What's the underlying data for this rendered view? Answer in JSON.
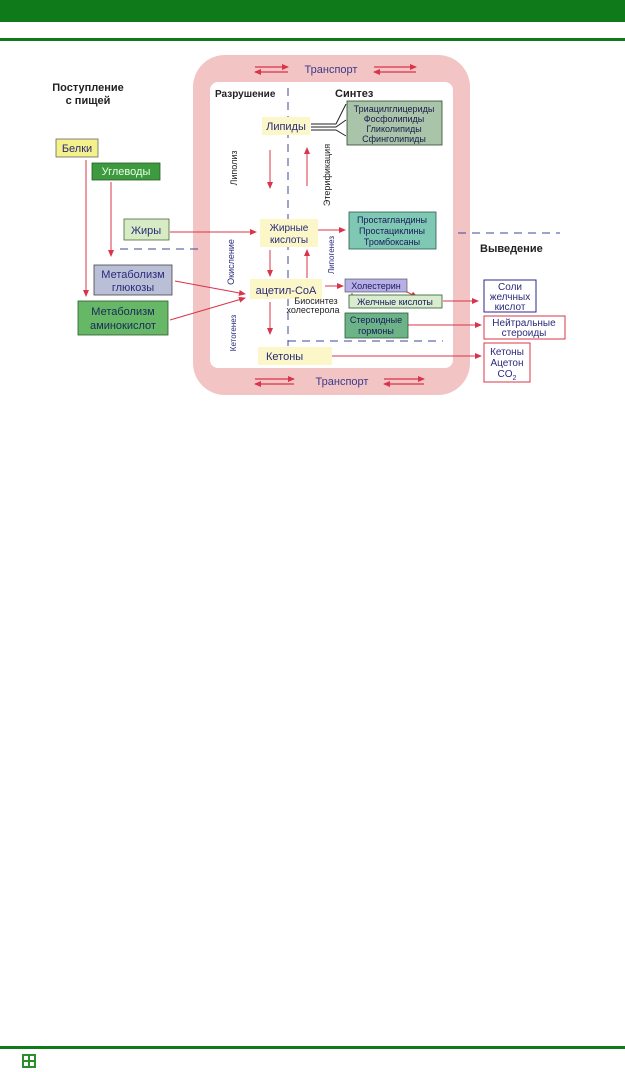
{
  "intake": {
    "title_line1": "Поступление",
    "title_line2": "с пищей"
  },
  "transport_top": "Транспорт",
  "transport_bottom": "Транспорт",
  "header_breakdown": "Разрушение",
  "header_synthesis": "Синтез",
  "excretion": "Выведение",
  "boxes": {
    "proteins": "Белки",
    "carbs": "Углеводы",
    "fats": "Жиры",
    "glucose_line1": "Метаболизм",
    "glucose_line2": "глюкозы",
    "amino_line1": "Метаболизм",
    "amino_line2": "аминокислот",
    "lipids": "Липиды",
    "fatty_line1": "Жирные",
    "fatty_line2": "кислоты",
    "acetyl": "ацетил-CoA",
    "ketones": "Кетоны",
    "lipid_types": [
      "Триацилглицериды",
      "Фосфолипиды",
      "Гликолипиды",
      "Сфинголипиды"
    ],
    "eicosanoids": [
      "Простагландины",
      "Простациклины",
      "Тромбоксаны"
    ],
    "cholesterol": "Холестерин",
    "bile_acids": "Желчные кислоты",
    "steroid_line1": "Стероидные",
    "steroid_line2": "гормоны",
    "bile_salts_line1": "Соли",
    "bile_salts_line2": "желчных",
    "bile_salts_line3": "кислот",
    "neutral_line1": "Нейтральные",
    "neutral_line2": "стероиды",
    "out_ketones": [
      "Кетоны",
      "Ацетон",
      "CO"
    ],
    "co2_sub": "2"
  },
  "process_labels": {
    "lipolysis": "Липолиз",
    "esterification": "Этерификация",
    "oxidation": "Окисление",
    "lipogenesis": "Липогенез",
    "ketogenesis": "Кетогенез",
    "biosynthesis_line1": "Биосинтез",
    "biosynthesis_line2": "холестерола"
  },
  "colors": {
    "green_bar": "#0e7a1a",
    "arrow_red": "#d9344a",
    "frame_pink": "#f2c4c4"
  }
}
